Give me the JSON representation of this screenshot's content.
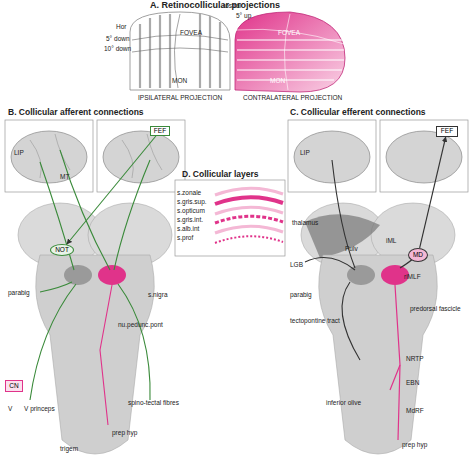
{
  "diagram": {
    "nodes": [
      {
        "text": [
          "FEF"
        ]
      },
      {
        "text": [
          "NOT"
        ]
      },
      {
        "text": [
          "CN"
        ]
      },
      {
        "text": [
          "MD"
        ]
      },
      {
        "text": [
          "FEF"
        ]
      }
    ],
    "edges": [
      {
        "from": 0,
        "to": 1,
        "arrow": "to"
      },
      {
        "from": 3,
        "to": 4,
        "arrow": "to"
      }
    ],
    "labels": [
      "A. Retinocollicular projections",
      "Hor",
      "rostral",
      "5° up",
      "5° down",
      "10° down",
      "FOVEA",
      "FOVEA",
      "MON",
      "MON",
      "IPSILATERAL PROJECTION",
      "CONTRALATERAL PROJECTION",
      "B. Collicular afferent connections",
      "C. Collicular efferent connections",
      "D. Collicular layers",
      "s.zonale",
      "s.gris.sup.",
      "s.opticum",
      "s.gris.int.",
      "s.alb.int",
      "s.prof",
      "LIP",
      "MT",
      "parabig",
      "s.nigra",
      "nu.pedunc.pont",
      "V princeps",
      "V",
      "trigem",
      "prep hyp",
      "spino-tectal fibres",
      "LIP",
      "thalamus",
      "LGB",
      "Pulv",
      "parabig",
      "tectopontine tract",
      "iML",
      "riMLF",
      "predorsal fascicle",
      "NRTP",
      "EBN",
      "inferior olive",
      "MdRF",
      "prep hyp"
    ]
  }
}
